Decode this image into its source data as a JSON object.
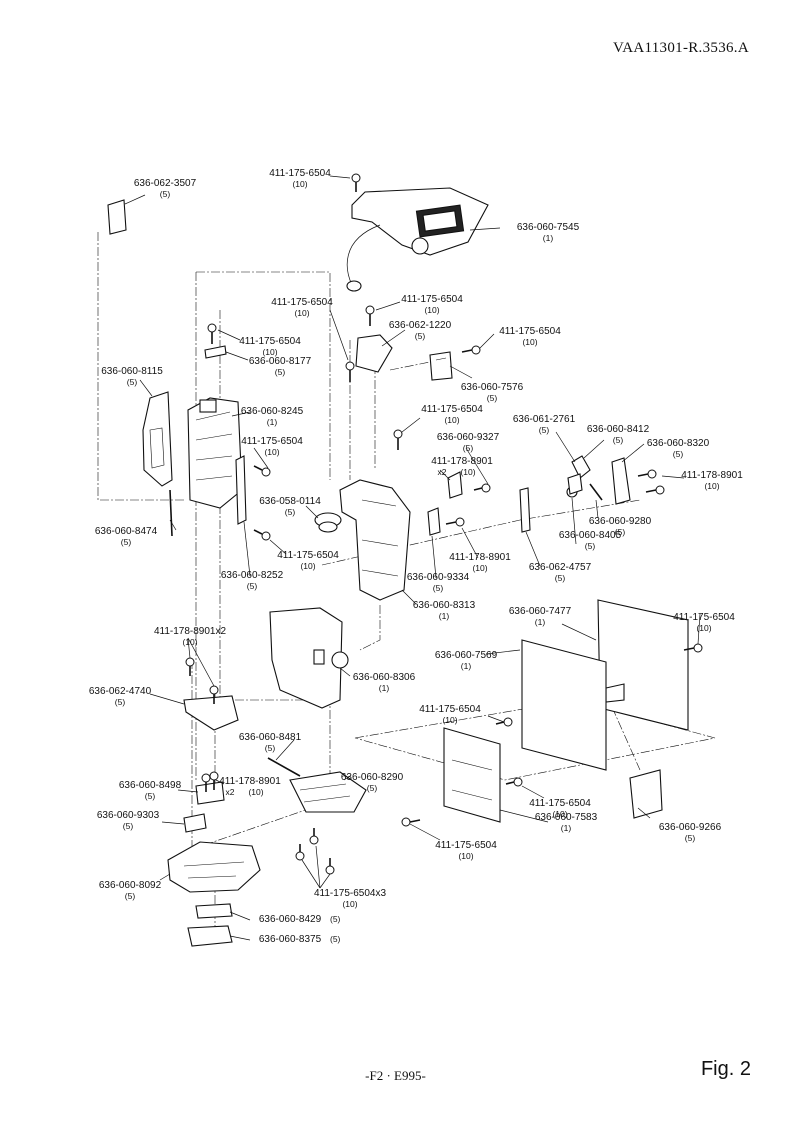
{
  "header": {
    "doc_code": "VAA11301-R.3536.A"
  },
  "footer": {
    "page": "-F2 · E995-",
    "figure": "Fig. 2"
  },
  "parts": [
    {
      "id": "p01",
      "part_no": "636-062-3507",
      "qty": "(5)"
    },
    {
      "id": "p02",
      "part_no": "411-175-6504",
      "qty": "(10)"
    },
    {
      "id": "p03",
      "part_no": "636-060-7545",
      "qty": "(1)"
    },
    {
      "id": "p04",
      "part_no": "411-175-6504",
      "qty": "(10)"
    },
    {
      "id": "p05",
      "part_no": "411-175-6504",
      "qty": "(10)"
    },
    {
      "id": "p06",
      "part_no": "636-062-1220",
      "qty": "(5)"
    },
    {
      "id": "p07",
      "part_no": "411-175-6504",
      "qty": "(10)"
    },
    {
      "id": "p08",
      "part_no": "411-175-6504",
      "qty": "(10)"
    },
    {
      "id": "p09",
      "part_no": "636-060-8177",
      "qty": "(5)"
    },
    {
      "id": "p10",
      "part_no": "636-060-8115",
      "qty": "(5)"
    },
    {
      "id": "p11",
      "part_no": "636-060-7576",
      "qty": "(5)"
    },
    {
      "id": "p12",
      "part_no": "636-060-8245",
      "qty": "(1)"
    },
    {
      "id": "p13",
      "part_no": "411-175-6504",
      "qty": "(10)"
    },
    {
      "id": "p14",
      "part_no": "411-175-6504",
      "qty": "(10)"
    },
    {
      "id": "p15",
      "part_no": "636-061-2761",
      "qty": "(5)"
    },
    {
      "id": "p16",
      "part_no": "636-060-8412",
      "qty": "(5)"
    },
    {
      "id": "p17",
      "part_no": "636-060-8320",
      "qty": "(5)"
    },
    {
      "id": "p18",
      "part_no": "411-178-8901",
      "qty": "(10)"
    },
    {
      "id": "p19",
      "part_no": "636-060-9327",
      "qty": "(5)"
    },
    {
      "id": "p20",
      "part_no": "411-178-8901",
      "qty": "(10)",
      "mult": "x2"
    },
    {
      "id": "p21",
      "part_no": "636-058-0114",
      "qty": "(5)"
    },
    {
      "id": "p22",
      "part_no": "636-060-9280",
      "qty": "(5)"
    },
    {
      "id": "p23",
      "part_no": "636-060-8474",
      "qty": "(5)"
    },
    {
      "id": "p24",
      "part_no": "411-175-6504",
      "qty": "(10)"
    },
    {
      "id": "p25",
      "part_no": "411-178-8901",
      "qty": "(10)"
    },
    {
      "id": "p26",
      "part_no": "636-060-8405",
      "qty": "(5)"
    },
    {
      "id": "p27",
      "part_no": "636-060-8252",
      "qty": "(5)"
    },
    {
      "id": "p28",
      "part_no": "636-060-9334",
      "qty": "(5)"
    },
    {
      "id": "p29",
      "part_no": "636-062-4757",
      "qty": "(5)"
    },
    {
      "id": "p30",
      "part_no": "636-060-8313",
      "qty": "(1)"
    },
    {
      "id": "p31",
      "part_no": "636-060-7477",
      "qty": "(1)"
    },
    {
      "id": "p32",
      "part_no": "411-175-6504",
      "qty": "(10)"
    },
    {
      "id": "p33",
      "part_no": "411-178-8901x2",
      "qty": "(10)"
    },
    {
      "id": "p34",
      "part_no": "636-060-7569",
      "qty": "(1)"
    },
    {
      "id": "p35",
      "part_no": "636-060-8306",
      "qty": "(1)"
    },
    {
      "id": "p36",
      "part_no": "636-062-4740",
      "qty": "(5)"
    },
    {
      "id": "p37",
      "part_no": "411-175-6504",
      "qty": "(10)"
    },
    {
      "id": "p38",
      "part_no": "636-060-8481",
      "qty": "(5)"
    },
    {
      "id": "p39",
      "part_no": "636-060-8498",
      "qty": "(5)"
    },
    {
      "id": "p40",
      "part_no": "411-178-8901",
      "qty": "(10)",
      "mult": "x2"
    },
    {
      "id": "p41",
      "part_no": "636-060-8290",
      "qty": "(5)"
    },
    {
      "id": "p42",
      "part_no": "411-175-6504",
      "qty": "(10)"
    },
    {
      "id": "p43",
      "part_no": "636-060-9303",
      "qty": "(5)"
    },
    {
      "id": "p44",
      "part_no": "636-060-9266",
      "qty": "(5)"
    },
    {
      "id": "p45",
      "part_no": "636-060-7583",
      "qty": "(1)"
    },
    {
      "id": "p46",
      "part_no": "411-175-6504",
      "qty": "(10)"
    },
    {
      "id": "p47",
      "part_no": "636-060-8092",
      "qty": "(5)"
    },
    {
      "id": "p48",
      "part_no": "411-175-6504x3",
      "qty": "(10)"
    },
    {
      "id": "p49",
      "part_no": "636-060-8429",
      "qty": "(5)"
    },
    {
      "id": "p50",
      "part_no": "636-060-8375",
      "qty": "(5)"
    }
  ]
}
